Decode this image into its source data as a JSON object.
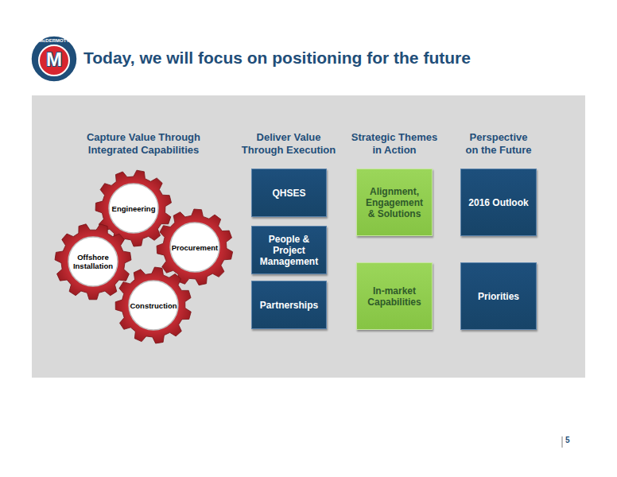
{
  "diagram": {
    "title": "Today, we will focus on positioning for the future",
    "nodes": [
      {
        "text": [
          "Engineering"
        ]
      },
      {
        "text": [
          "Procurement"
        ]
      },
      {
        "text": [
          "Offshore Installation"
        ]
      },
      {
        "text": [
          "Construction"
        ]
      },
      {
        "text": [
          "QHSES"
        ]
      },
      {
        "text": [
          "People & Project Management"
        ]
      },
      {
        "text": [
          "Partnerships"
        ]
      },
      {
        "text": [
          "Alignment, Engagement & Solutions"
        ]
      },
      {
        "text": [
          "In-market Capabilities"
        ]
      },
      {
        "text": [
          "2016 Outlook"
        ]
      },
      {
        "text": [
          "Priorities"
        ]
      }
    ],
    "labels": [
      "Capture Value Through Integrated Capabilities",
      "Deliver Value Through Execution",
      "Strategic Themes in Action",
      "Perspective on the Future",
      "5",
      "McDERMOTT",
      "M"
    ]
  }
}
